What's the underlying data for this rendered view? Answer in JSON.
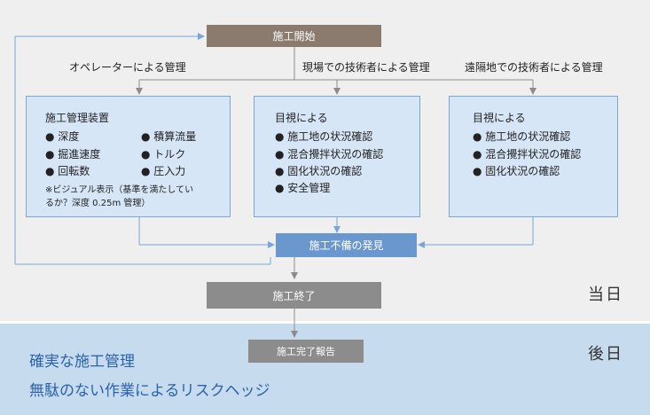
{
  "flow": {
    "start": "施工開始",
    "defect": "施工不備の発見",
    "end": "施工終了",
    "report": "施工完了報告"
  },
  "labels": {
    "operator": "オペレーターによる管理",
    "onsite_engineer": "現場での技術者による管理",
    "remote_engineer": "遠隔地での技術者による管理"
  },
  "panel_operator": {
    "title": "施工管理装置",
    "items": [
      "● 深度",
      "● 積算流量",
      "● 掘進速度",
      "● トルク",
      "● 回転数",
      "● 圧入力"
    ],
    "note_line1": "※ビジュアル表示（基準を満たしてい",
    "note_line2": "るか？深度 0.25m 管理）"
  },
  "panel_onsite": {
    "title": "目視による",
    "items": [
      "● 施工地の状況確認",
      "● 混合攪拌状況の確認",
      "● 固化状況の確認",
      "● 安全管理"
    ]
  },
  "panel_remote": {
    "title": "目視による",
    "items": [
      "● 施工地の状況確認",
      "● 混合攪拌状況の確認",
      "● 固化状況の確認"
    ]
  },
  "periods": {
    "same_day": "当日",
    "later": "後日"
  },
  "benefits": {
    "line1": "確実な施工管理",
    "line2": "無駄のない作業によるリスクヘッジ"
  }
}
